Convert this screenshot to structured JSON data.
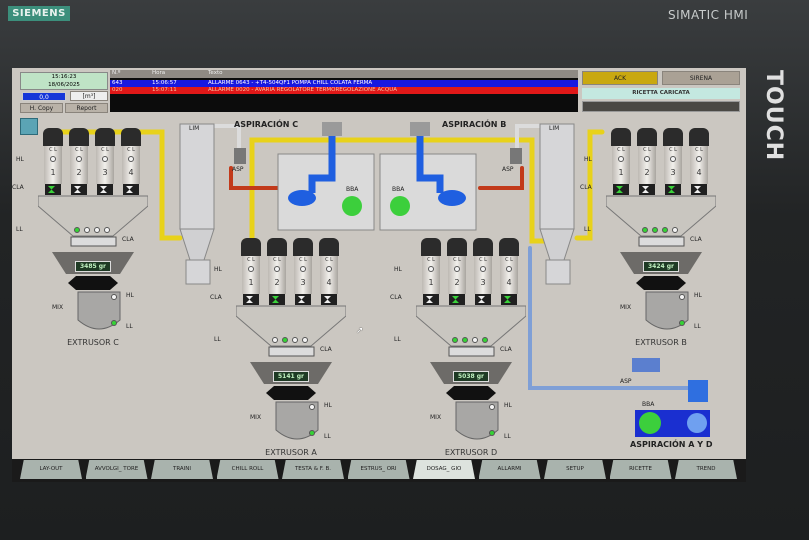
{
  "bezel": {
    "brand_logo": "SIEMENS",
    "product": "SIMATIC HMI",
    "touch_label": "TOUCH"
  },
  "header": {
    "time": "15:16:23",
    "date": "18/06/2025",
    "counter_value": "0,0",
    "unit_button": "[m³]",
    "hcopy_button": "H. Copy",
    "report_button": "Report"
  },
  "alarms": {
    "columns": [
      "N.º",
      "Hora",
      "Texto"
    ],
    "rows": [
      {
        "num": "643",
        "time": "15:06:57",
        "text": "ALLARME 0643 - +T4-504QF1 POMPA CHILL COLATA FERMA",
        "color": "#1818e0"
      },
      {
        "num": "020",
        "time": "15:07:11",
        "text": "ALLARME 0020 - AVARIA REGOLATORE TERMOREGOLAZIONE ACQUA",
        "color": "#e01818"
      }
    ]
  },
  "controls": {
    "ack": "ACK",
    "sirena": "SIRENA",
    "recipe_status": "RICETTA CARICATA"
  },
  "process": {
    "aspiration_c": "ASPIRACIÓN C",
    "aspiration_b": "ASPIRACIÓN B",
    "aspiration_ad": "ASPIRACIÓN A Y D",
    "lim": "LIM",
    "asp": "ASP",
    "bba": "BBA",
    "labels": {
      "hl": "HL",
      "cla": "CLA",
      "ll": "LL",
      "mix": "MIX",
      "cl": "C L"
    },
    "groups": [
      {
        "id": "c",
        "name": "EXTRUSOR C",
        "weight": "3485 gr",
        "silos": [
          "1",
          "2",
          "3",
          "4"
        ],
        "cla": [
          true,
          false,
          false,
          false
        ],
        "ll": [
          true,
          false,
          false,
          false
        ]
      },
      {
        "id": "a",
        "name": "EXTRUSOR A",
        "weight": "5141 gr",
        "silos": [
          "1",
          "2",
          "3",
          "4"
        ],
        "cla": [
          false,
          true,
          false,
          false
        ],
        "ll": [
          false,
          true,
          false,
          false
        ]
      },
      {
        "id": "d",
        "name": "EXTRUSOR D",
        "weight": "5038 gr",
        "silos": [
          "1",
          "2",
          "3",
          "4"
        ],
        "cla": [
          false,
          true,
          false,
          true
        ],
        "ll": [
          true,
          true,
          false,
          true
        ]
      },
      {
        "id": "b",
        "name": "EXTRUSOR B",
        "weight": "3424 gr",
        "silos": [
          "1",
          "2",
          "3",
          "4"
        ],
        "cla": [
          true,
          false,
          true,
          false
        ],
        "ll": [
          true,
          true,
          true,
          false
        ]
      }
    ],
    "colors": {
      "vacuum_pipe": "#e8d21a",
      "return_pipe": "#c23a1a",
      "air_pipe": "#7f9fd6",
      "motor": "#3ccf3c",
      "blower": "#1f5fe0"
    }
  },
  "tabs": [
    {
      "label": "LAY-OUT"
    },
    {
      "label": "AVVOLGI_ TORE"
    },
    {
      "label": "TRAINI"
    },
    {
      "label": "CHILL ROLL"
    },
    {
      "label": "TESTA & F. B."
    },
    {
      "label": "ESTRUS_ ORI"
    },
    {
      "label": "DOSAG_ GIO",
      "active": true
    },
    {
      "label": "ALLARMI"
    },
    {
      "label": "SETUP"
    },
    {
      "label": "RICETTE"
    },
    {
      "label": "TREND"
    }
  ]
}
